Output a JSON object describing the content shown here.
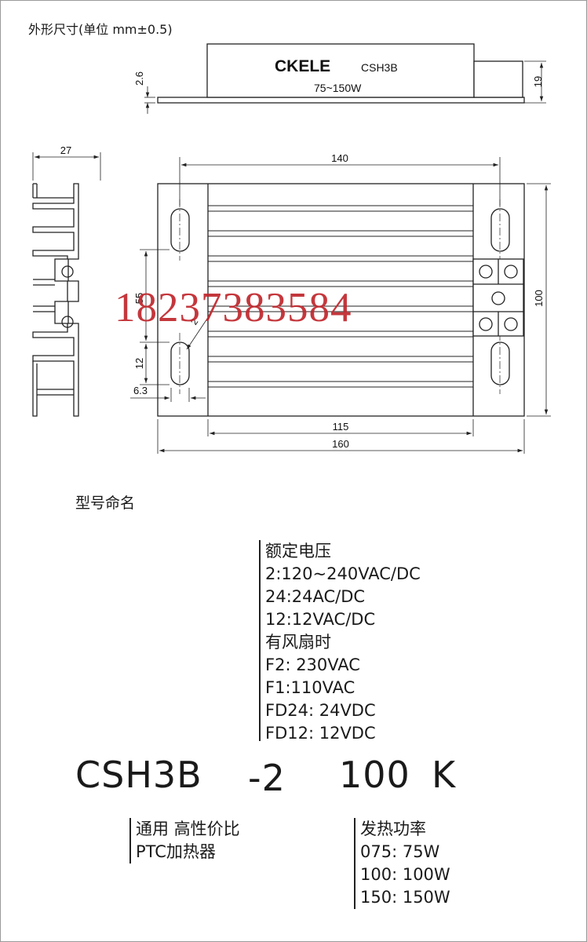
{
  "header": {
    "title": "外形尺寸(单位 mm±0.5)"
  },
  "top_view": {
    "brand": "CKELE",
    "model": "CSH3B",
    "power_range": "75~150W",
    "dim_thickness": "2.6",
    "dim_height": "19"
  },
  "side_view": {
    "dim_width": "27"
  },
  "front_view": {
    "dim_hole_span": "140",
    "dim_hole_pitch": "55",
    "dim_slot_length": "12",
    "dim_slot_edge": "6.3",
    "dim_radius": "2",
    "dim_fin_width": "115",
    "dim_total_width": "160",
    "dim_total_height": "100"
  },
  "watermark": "18237383584",
  "naming": {
    "title": "型号命名",
    "voltage_block": {
      "lines": [
        "额定电压",
        "2:120~240VAC/DC",
        "24:24AC/DC",
        "12:12VAC/DC",
        "有风扇时",
        "F2: 230VAC",
        "F1:110VAC",
        "FD24: 24VDC",
        "FD12: 12VDC"
      ]
    },
    "code": {
      "series": "CSH3B",
      "voltage": "-2",
      "power": "100",
      "suffix": "K"
    },
    "series_block": {
      "lines": [
        "通用 高性价比",
        "PTC加热器"
      ]
    },
    "power_block": {
      "lines": [
        "发热功率",
        "075: 75W",
        "100: 100W",
        "150: 150W"
      ]
    }
  }
}
